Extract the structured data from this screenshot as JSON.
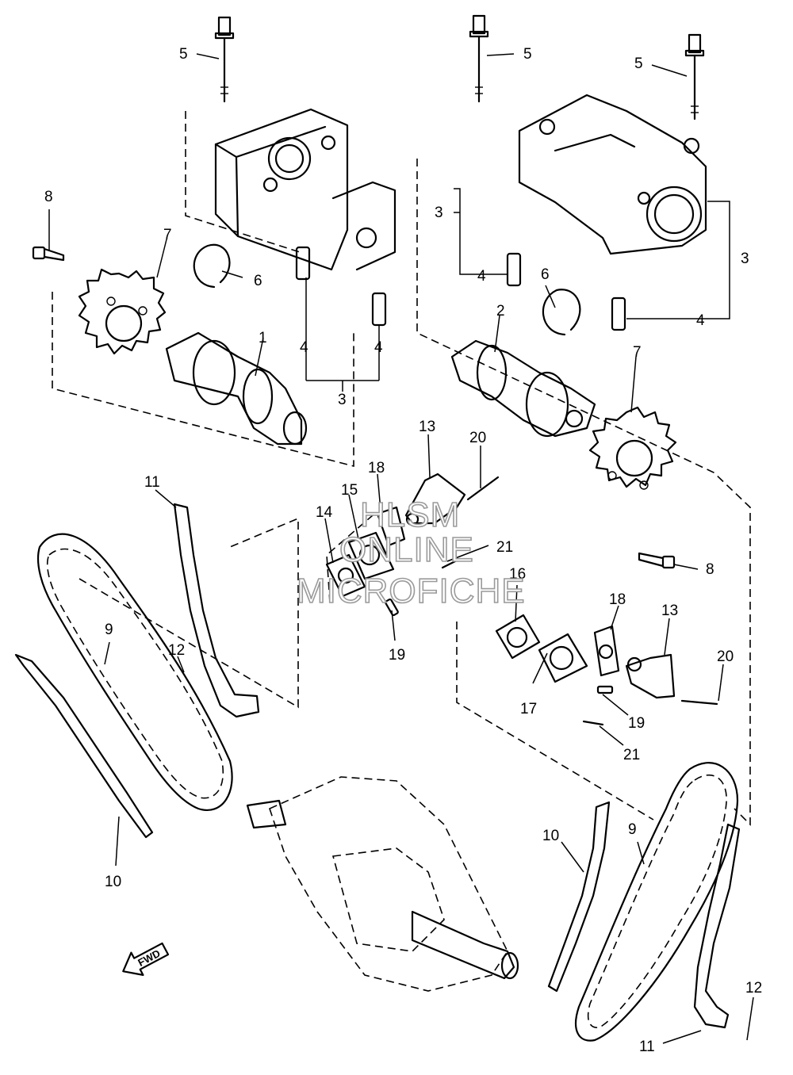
{
  "diagram": {
    "callouts": [
      "1",
      "2",
      "3",
      "3",
      "3",
      "4",
      "4",
      "4",
      "4",
      "5",
      "5",
      "5",
      "6",
      "6",
      "7",
      "7",
      "8",
      "8",
      "9",
      "9",
      "10",
      "10",
      "11",
      "11",
      "12",
      "12",
      "13",
      "13",
      "14",
      "15",
      "16",
      "17",
      "18",
      "18",
      "19",
      "19",
      "20",
      "20",
      "21",
      "21"
    ],
    "watermark": [
      "HLSM",
      "ONLINE",
      "MICROFICHE"
    ],
    "fwd_label": "FWD"
  }
}
